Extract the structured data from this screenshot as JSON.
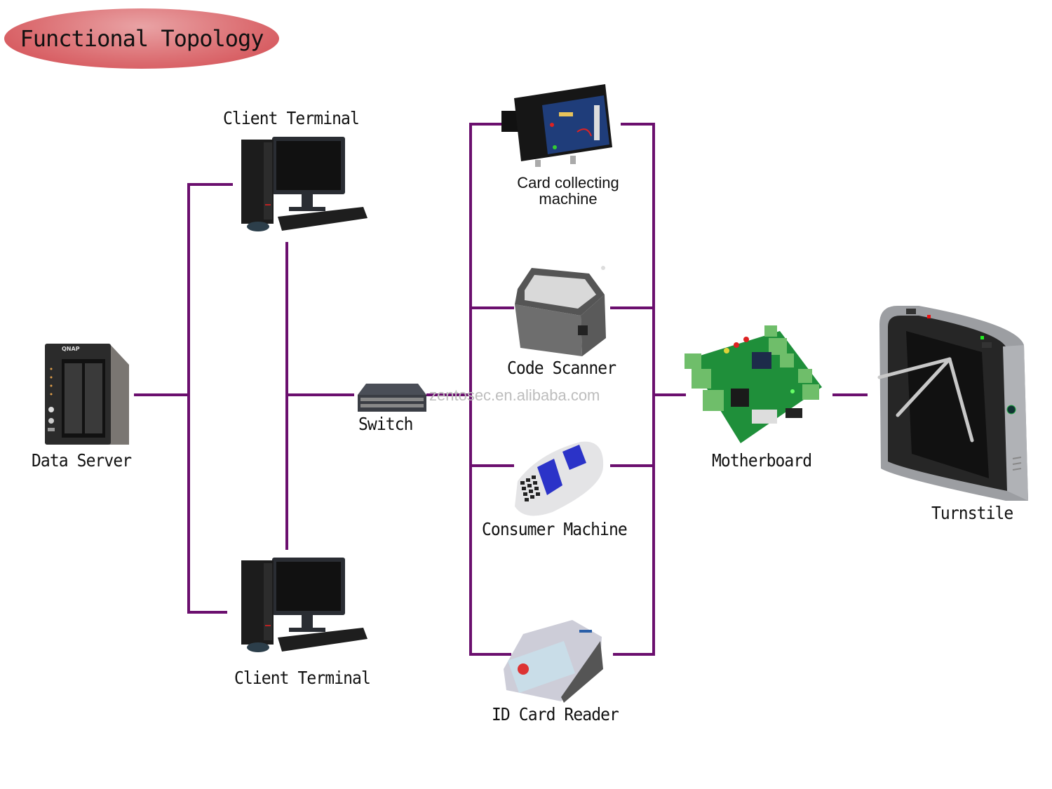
{
  "title": "Functional Topology",
  "watermark": "zentosec.en.alibaba.com",
  "line_color": "#6b0f6e",
  "nodes": {
    "data_server": {
      "label": "Data Server",
      "icon": "nas-server-icon"
    },
    "client_terminal_top": {
      "label": "Client Terminal",
      "icon": "desktop-computer-icon"
    },
    "client_terminal_bottom": {
      "label": "Client Terminal",
      "icon": "desktop-computer-icon"
    },
    "switch": {
      "label": "Switch",
      "icon": "network-switch-icon"
    },
    "card_collecting_machine": {
      "label_line1": "Card collecting",
      "label_line2": "machine",
      "icon": "card-collector-icon"
    },
    "code_scanner": {
      "label": "Code Scanner",
      "icon": "barcode-scanner-icon"
    },
    "consumer_machine": {
      "label": "Consumer Machine",
      "icon": "pos-terminal-icon"
    },
    "id_card_reader": {
      "label": "ID Card Reader",
      "icon": "id-card-reader-icon"
    },
    "motherboard": {
      "label": "Motherboard",
      "icon": "circuit-board-icon"
    },
    "turnstile": {
      "label": "Turnstile",
      "icon": "tripod-turnstile-icon"
    }
  },
  "connections": [
    [
      "data_server",
      "client_terminal_top"
    ],
    [
      "data_server",
      "client_terminal_bottom"
    ],
    [
      "client_terminal_top",
      "switch"
    ],
    [
      "client_terminal_bottom",
      "switch"
    ],
    [
      "switch",
      "card_collecting_machine"
    ],
    [
      "switch",
      "code_scanner"
    ],
    [
      "switch",
      "consumer_machine"
    ],
    [
      "switch",
      "id_card_reader"
    ],
    [
      "card_collecting_machine",
      "motherboard"
    ],
    [
      "code_scanner",
      "motherboard"
    ],
    [
      "consumer_machine",
      "motherboard"
    ],
    [
      "id_card_reader",
      "motherboard"
    ],
    [
      "motherboard",
      "turnstile"
    ]
  ]
}
